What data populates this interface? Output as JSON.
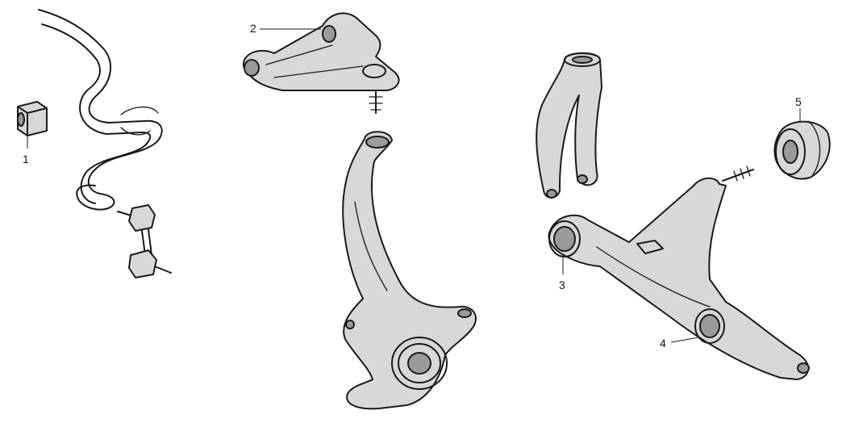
{
  "callouts": [
    "1",
    "2",
    "3",
    "4",
    "5"
  ]
}
